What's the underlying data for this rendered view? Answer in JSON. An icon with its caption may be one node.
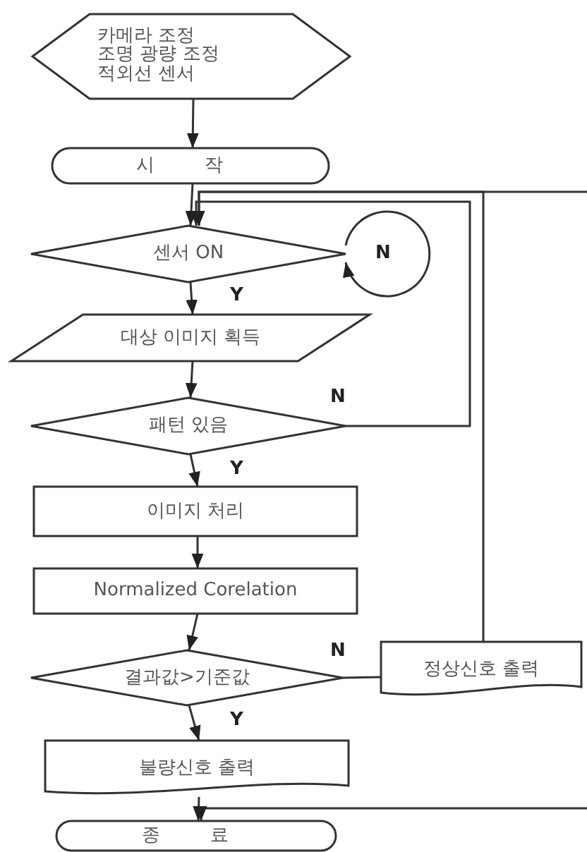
{
  "diagram": {
    "nodes": [
      {
        "text": [
          "카메라 조정",
          "조명 광량 조정",
          "적외선 센서"
        ]
      },
      {
        "text": [
          "시 작"
        ]
      },
      {
        "text": [
          "센서 ON"
        ]
      },
      {
        "text": [
          "대상 이미지 획득"
        ]
      },
      {
        "text": [
          "패턴 있음"
        ]
      },
      {
        "text": [
          "이미지 처리"
        ]
      },
      {
        "text": [
          "Normalized Corelation"
        ]
      },
      {
        "text": [
          "결과값>기준값"
        ]
      },
      {
        "text": [
          "정상신호 출력"
        ]
      },
      {
        "text": [
          "불량신호 출력"
        ]
      },
      {
        "text": [
          "종 료"
        ]
      }
    ],
    "edges": [
      {
        "from": 0,
        "to": 1,
        "arrow": "to"
      },
      {
        "from": 1,
        "to": 2,
        "arrow": "to"
      },
      {
        "from": 2,
        "to": 2,
        "label": "N",
        "arrow": "to"
      },
      {
        "from": 2,
        "to": 3,
        "label": "Y",
        "arrow": "to"
      },
      {
        "from": 3,
        "to": 4,
        "arrow": "to"
      },
      {
        "from": 4,
        "to": 2,
        "label": "N",
        "arrow": "to"
      },
      {
        "from": 4,
        "to": 5,
        "label": "Y",
        "arrow": "to"
      },
      {
        "from": 5,
        "to": 6,
        "arrow": "to"
      },
      {
        "from": 6,
        "to": 7,
        "arrow": "to"
      },
      {
        "from": 7,
        "to": 8,
        "label": "N",
        "arrow": "none"
      },
      {
        "from": 8,
        "to": 2,
        "arrow": "to"
      },
      {
        "from": null,
        "to": 2,
        "arrow": "to"
      },
      {
        "from": 7,
        "to": 9,
        "label": "Y",
        "arrow": "to"
      },
      {
        "from": 9,
        "to": 10,
        "arrow": "to"
      },
      {
        "from": null,
        "to": 10,
        "arrow": "to"
      }
    ]
  }
}
